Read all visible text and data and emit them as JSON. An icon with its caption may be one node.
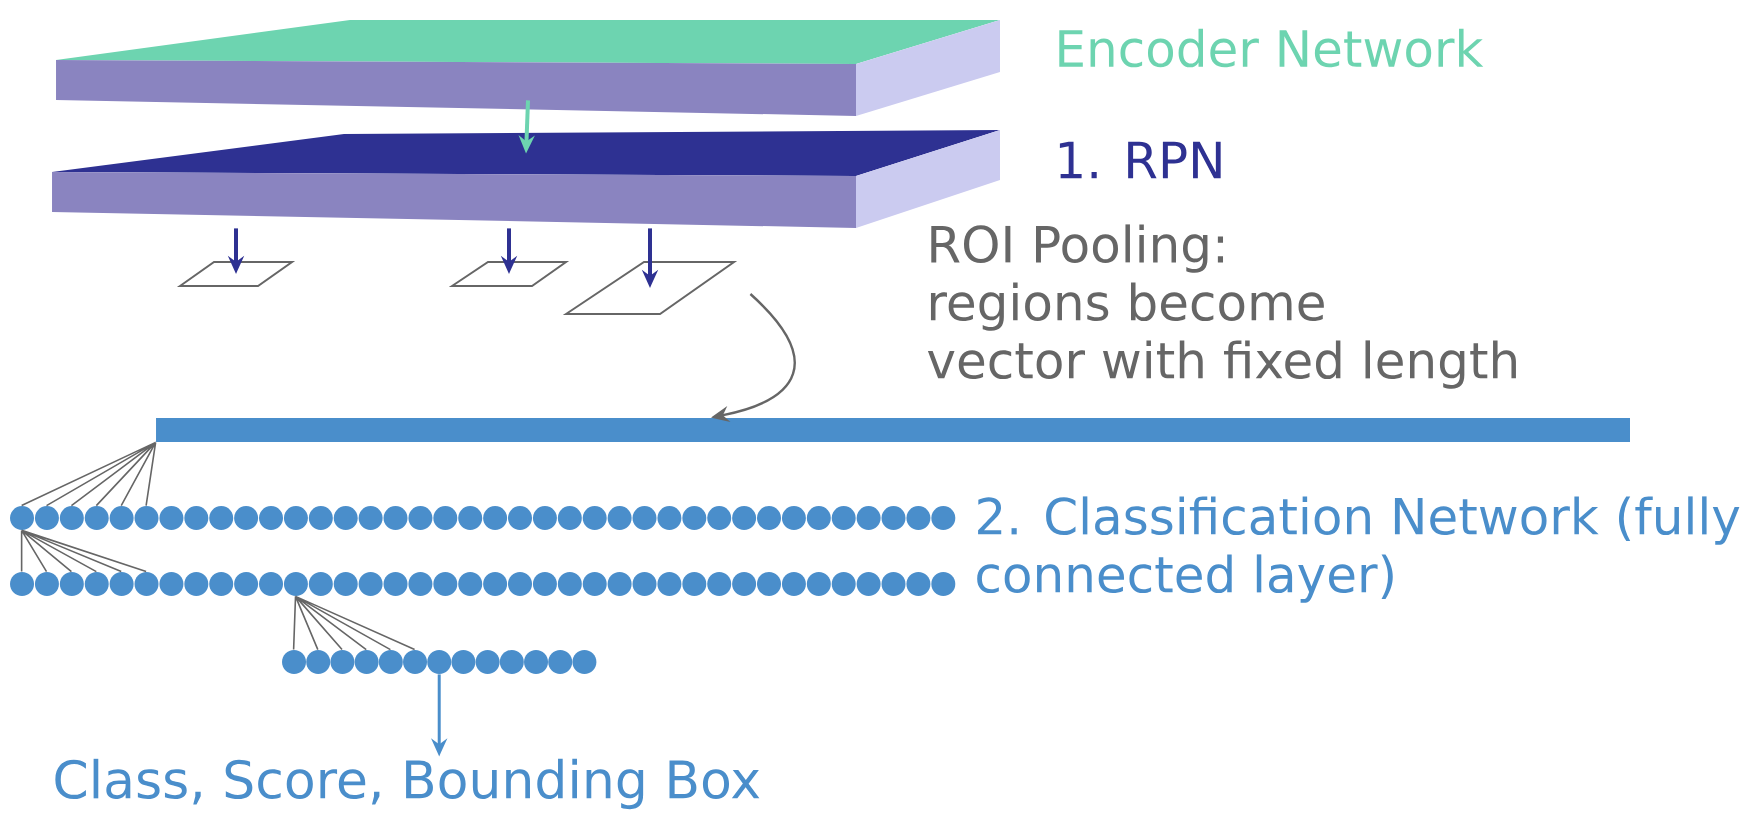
{
  "diagram": {
    "nodes": [
      {
        "text": [
          "Encoder Network"
        ]
      },
      {
        "text": [
          "1. RPN"
        ]
      },
      {
        "text": [],
        "shape": "parallelogram"
      },
      {
        "text": [],
        "shape": "parallelogram"
      },
      {
        "text": [],
        "shape": "parallelogram"
      },
      {
        "text": [],
        "shape": "bar"
      },
      {
        "text": [],
        "shape": "row"
      },
      {
        "text": [],
        "shape": "row"
      },
      {
        "text": [],
        "shape": "row"
      },
      {
        "text": [
          "Class, Score, Bounding Box"
        ]
      }
    ],
    "edges": [
      {
        "from": 0,
        "to": 1,
        "arrow": "to",
        "color": "#6dd4b0"
      },
      {
        "from": 1,
        "to": 2,
        "arrow": "to",
        "color": "#2e3192"
      },
      {
        "from": 1,
        "to": 3,
        "arrow": "to",
        "color": "#2e3192"
      },
      {
        "from": 1,
        "to": 4,
        "arrow": "to",
        "color": "#2e3192"
      },
      {
        "from": 4,
        "to": 5,
        "arrow": "to"
      },
      {
        "from": 5,
        "to": 6,
        "arrow": "none"
      },
      {
        "from": 6,
        "to": 7,
        "arrow": "none"
      },
      {
        "from": 7,
        "to": 8,
        "arrow": "none"
      },
      {
        "from": 8,
        "to": 9,
        "arrow": "to",
        "color": "#4a8ecb"
      }
    ],
    "labels": [
      "ROI Pooling: regions become vector with fixed length",
      "2. Classification Network (fully connected layer)"
    ]
  }
}
